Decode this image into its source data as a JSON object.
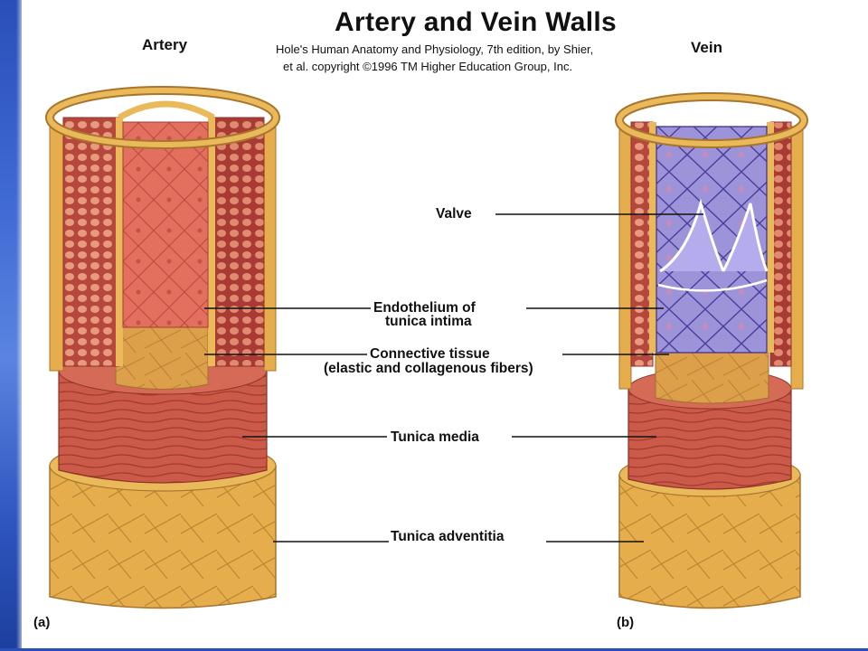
{
  "title": "Artery and Vein Walls",
  "credit": {
    "line1": "Hole's Human Anatomy and Physiology, 7th edition, by Shier,",
    "line2": "et al. copyright ©1996 TM Higher Education Group, Inc."
  },
  "panels": {
    "artery": {
      "heading": "Artery",
      "letter": "(a)"
    },
    "vein": {
      "heading": "Vein",
      "letter": "(b)"
    }
  },
  "labels": {
    "valve": "Valve",
    "endothelium_1": "Endothelium of",
    "endothelium_2": "tunica intima",
    "connective_1": "Connective tissue",
    "connective_2": "(elastic and collagenous fibers)",
    "media": "Tunica media",
    "adventitia": "Tunica adventitia"
  },
  "colors": {
    "adventitia": "#e8b04a",
    "media": "#cf5a4a",
    "endothelium_artery": "#e06a5a",
    "endothelium_vein": "#7c72c8",
    "frame_accent": "#2a4fb8"
  }
}
